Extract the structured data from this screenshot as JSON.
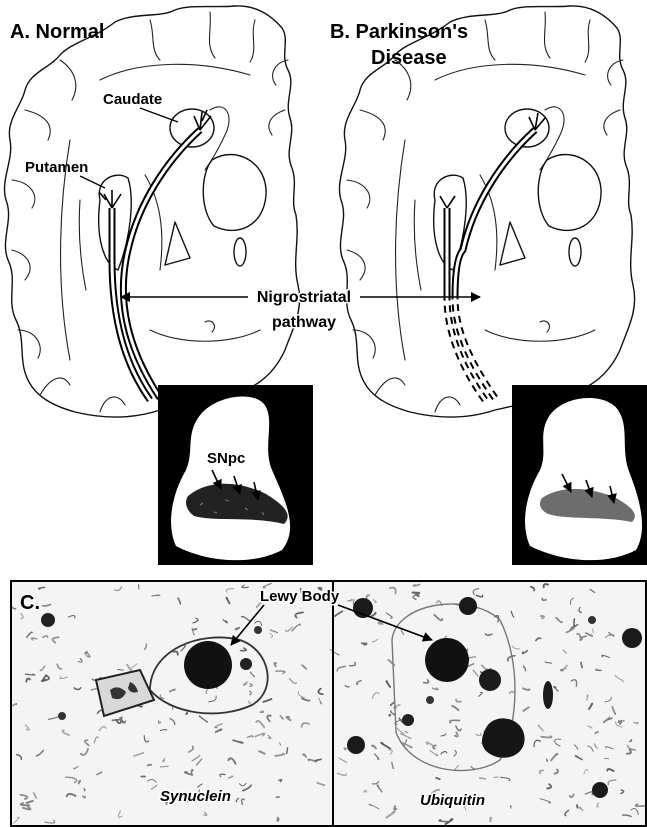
{
  "figure": {
    "panel_a_title": "A. Normal",
    "panel_b_title_line1": "B. Parkinson's",
    "panel_b_title_line2": "Disease",
    "panel_c_title": "C."
  },
  "labels": {
    "caudate": "Caudate",
    "putamen": "Putamen",
    "pathway_line1": "Nigrostriatal",
    "pathway_line2": "pathway",
    "snpc": "SNpc",
    "lewy_body": "Lewy Body",
    "synuclein": "Synuclein",
    "ubiquitin": "Ubiquitin"
  },
  "colors": {
    "ink": "#000000",
    "paper": "#ffffff",
    "inset_background": "#000000"
  }
}
